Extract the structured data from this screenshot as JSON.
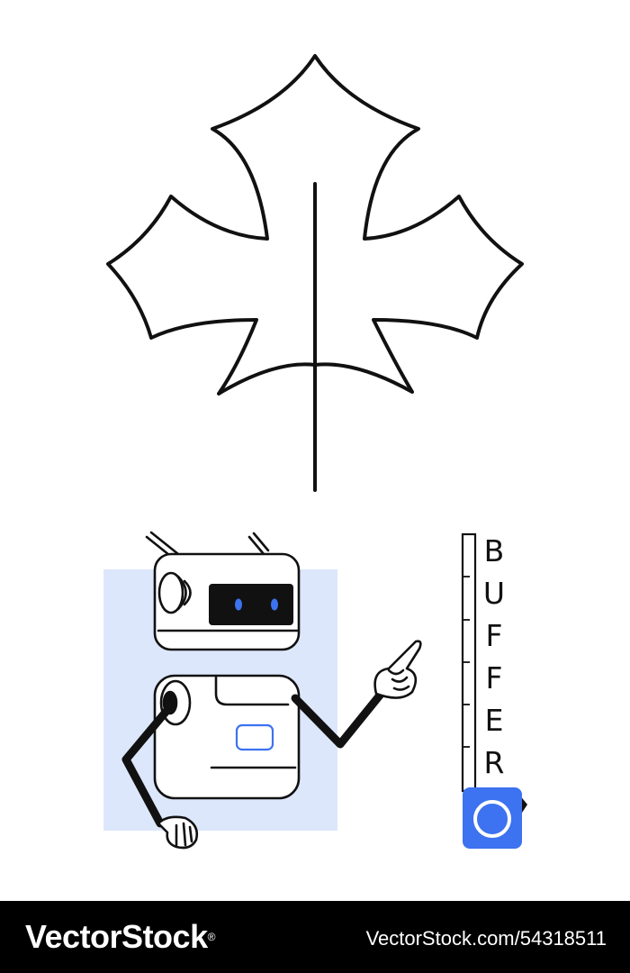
{
  "illustration": {
    "scale_word": "BUFFER",
    "letters": [
      "B",
      "U",
      "F",
      "F",
      "E",
      "R"
    ],
    "colors": {
      "line": "#111111",
      "accent_blue": "#3d72f0",
      "panel_blue": "#dde7fb",
      "background": "#ffffff"
    },
    "icons": [
      "maple-leaf-icon",
      "robot-icon",
      "measuring-tape-icon"
    ]
  },
  "footer": {
    "brand": "VectorStock",
    "registered_mark": "®",
    "image_id": "VectorStock.com/54318511"
  }
}
